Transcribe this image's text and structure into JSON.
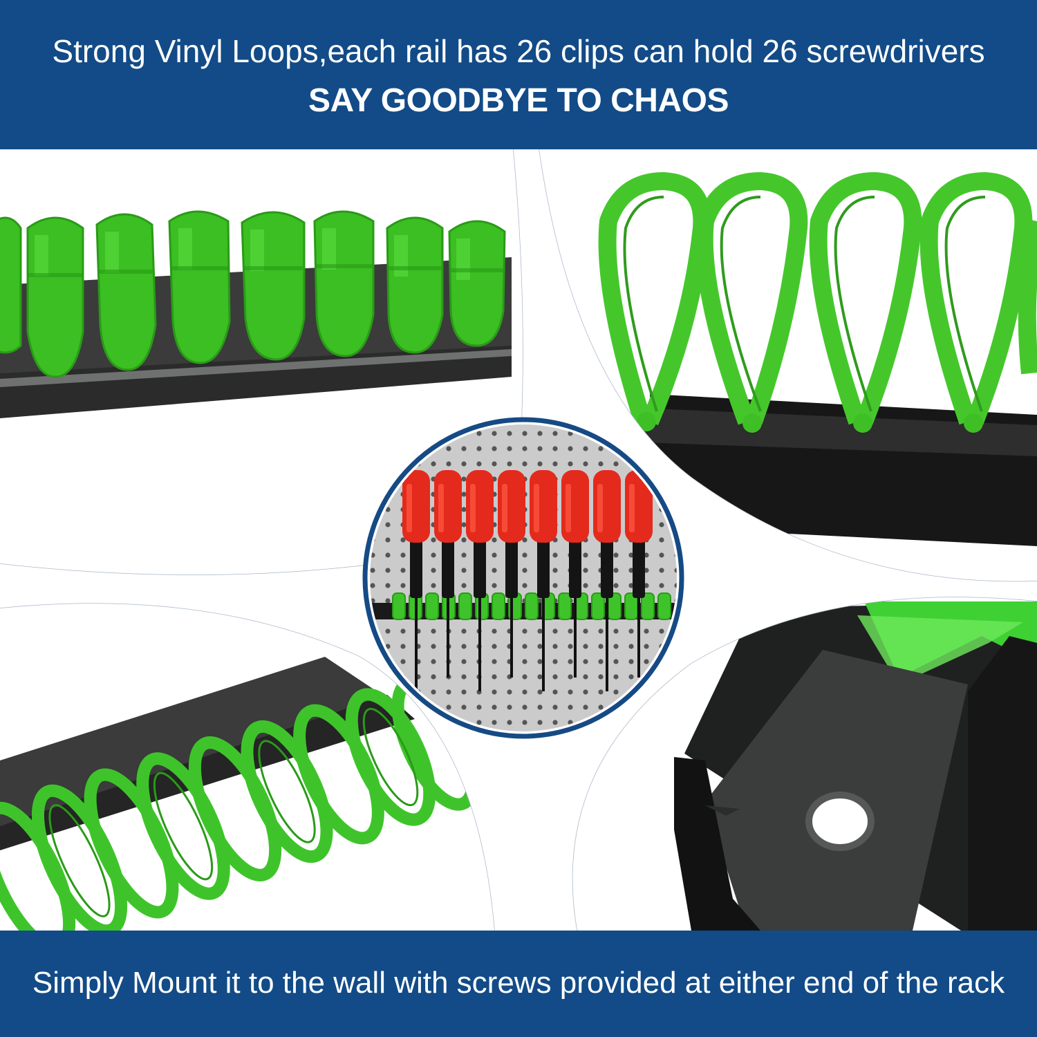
{
  "header": {
    "headline": "Strong Vinyl Loops,each rail has 26 clips can hold 26 screwdrivers",
    "subhead": "SAY GOODBYE TO CHAOS"
  },
  "footer": {
    "text": "Simply Mount it to the wall with  screws provided at either end of the rack"
  },
  "colors": {
    "banner": "#124b87",
    "loop_green": "#3ec42a",
    "rail_black": "#1d1f1e",
    "handle_red": "#e32a1c",
    "pegboard": "#c9c9c9",
    "divider_line": "#a9b6c8",
    "ring": "#154a85"
  },
  "panels": [
    {
      "name": "top-left-loops-closeup"
    },
    {
      "name": "top-right-loops-closeup"
    },
    {
      "name": "bottom-left-loops-angle"
    },
    {
      "name": "bottom-right-rail-end-mount-hole"
    },
    {
      "name": "center-screwdrivers-on-pegboard"
    }
  ],
  "center_photo": {
    "screwdriver_count": 8,
    "clip_count": 17
  }
}
